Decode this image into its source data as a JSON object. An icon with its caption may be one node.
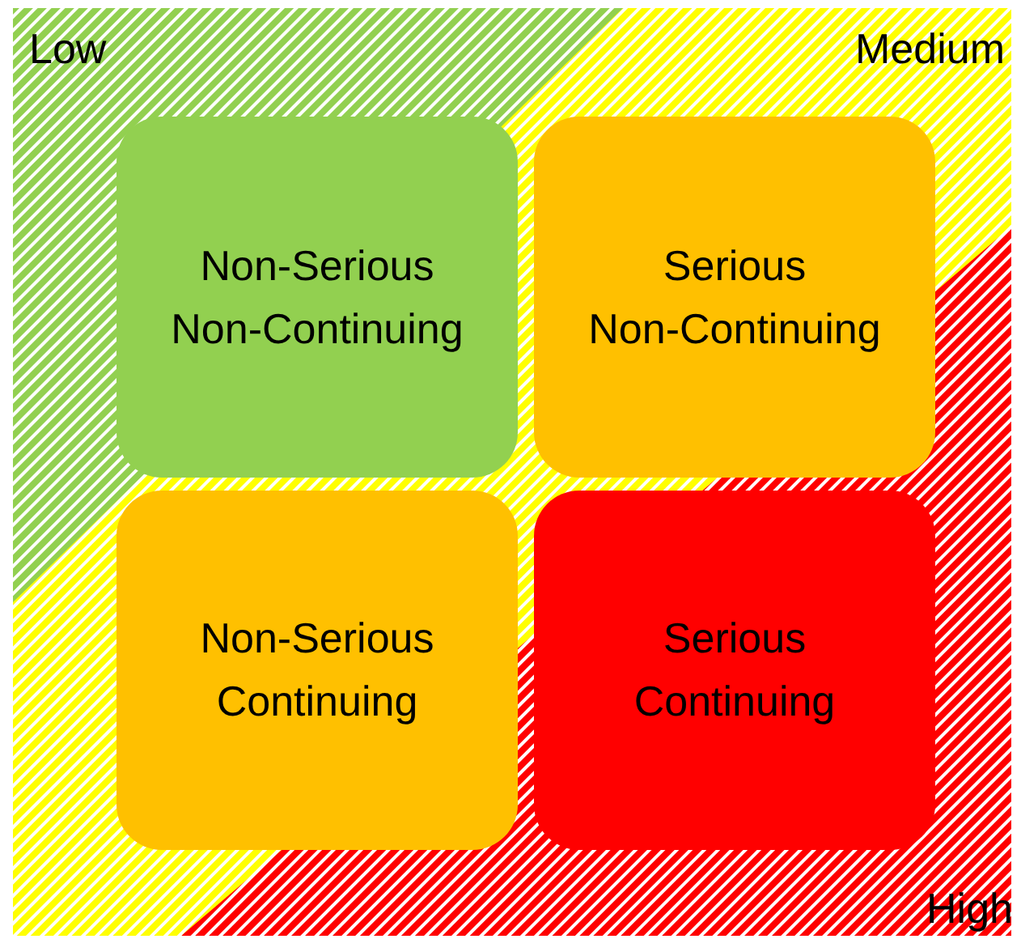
{
  "diagram": {
    "nodes": [
      {
        "text": [
          "Non-Serious Non-Continuing"
        ]
      },
      {
        "text": [
          "Serious Non-Continuing"
        ]
      },
      {
        "text": [
          "Non-Serious Continuing"
        ]
      },
      {
        "text": [
          "Serious Continuing"
        ]
      }
    ],
    "labels": [
      "Low",
      "Medium",
      "High"
    ]
  }
}
